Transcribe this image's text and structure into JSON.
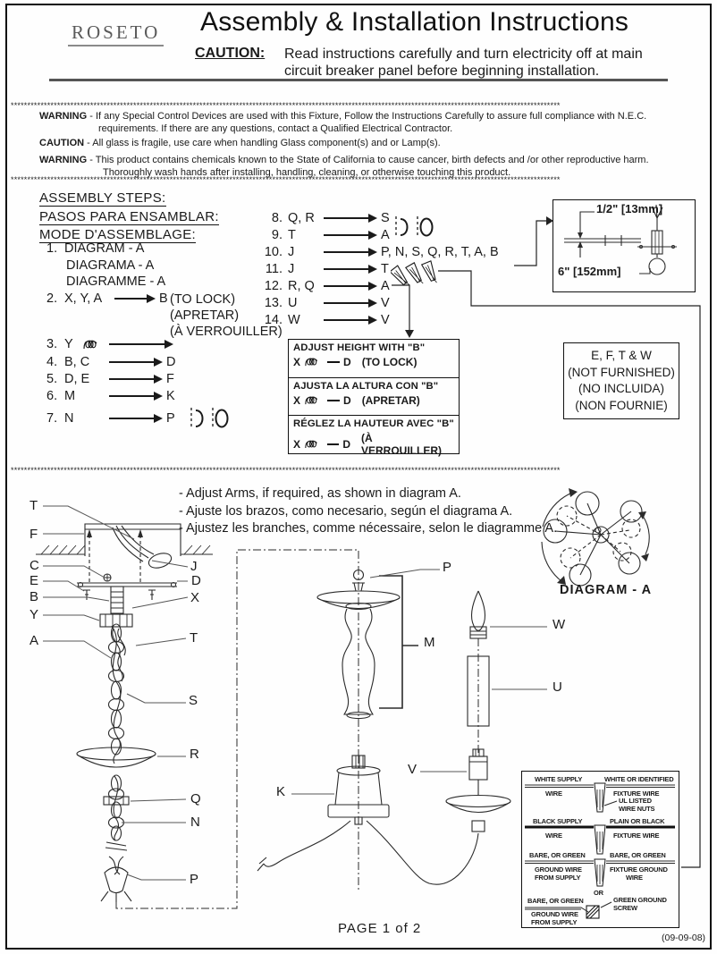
{
  "header": {
    "logo": "ROSETO",
    "title": "Assembly & Installation Instructions",
    "caution_label": "CAUTION:",
    "caution_line1": "Read instructions carefully and turn electricity off at main",
    "caution_line2": "circuit breaker panel before beginning installation."
  },
  "dividers": {
    "asterisks": "**********************************************************************************************************************************************************************"
  },
  "warnings": {
    "w1_label": "WARNING",
    "w1_rest": " - If any Special Control Devices are used with this Fixture, Follow the Instructions Carefully to assure full compliance with N.E.C.",
    "w1_line2": "requirements. If there are any questions, contact a Qualified Electrical Contractor.",
    "c1_label": "CAUTION",
    "c1_rest": " - All glass is fragile, use care when handling Glass component(s) and or Lamp(s).",
    "w2_label": "WARNING",
    "w2_rest": " -  This product contains chemicals known to the State of California to cause cancer, birth defects and /or other reproductive harm.",
    "w2_line2": "Thoroughly wash hands after installing, handling, cleaning, or otherwise touching this product."
  },
  "assembly": {
    "heading_en": "ASSEMBLY STEPS:",
    "heading_es": "PASOS PARA ENSAMBLAR:",
    "heading_fr": "MODE D'ASSEMBLAGE:",
    "steps_left": [
      {
        "num": "1.",
        "src": "DIAGRAM - A",
        "line2": "DIAGRAMA - A",
        "line3": "DIAGRAMME - A"
      },
      {
        "num": "2.",
        "src": "X, Y, A",
        "dst": "B",
        "note1": "(TO LOCK)",
        "note2": "(APRETAR)",
        "note3": "(À VERROUILLER)"
      },
      {
        "num": "3.",
        "src": "Y"
      },
      {
        "num": "4.",
        "src": "B, C",
        "dst": "D"
      },
      {
        "num": "5.",
        "src": "D, E",
        "dst": "F"
      },
      {
        "num": "6.",
        "src": "M",
        "dst": "K"
      },
      {
        "num": "7.",
        "src": "N",
        "dst": "P"
      }
    ],
    "steps_right": [
      {
        "num": "8.",
        "src": "Q, R",
        "dst": "S"
      },
      {
        "num": "9.",
        "src": "T",
        "dst": "A"
      },
      {
        "num": "10.",
        "src": "J",
        "dst": "P, N, S, Q, R, T, A, B"
      },
      {
        "num": "11.",
        "src": "J",
        "dst": "T"
      },
      {
        "num": "12.",
        "src": "R, Q",
        "dst": "A"
      },
      {
        "num": "13.",
        "src": "U",
        "dst": "V"
      },
      {
        "num": "14.",
        "src": "W",
        "dst": "V"
      }
    ]
  },
  "measure_box": {
    "top": "1/2\" [13mm]",
    "bottom": "6\" [152mm]"
  },
  "adjust_box": {
    "rows": [
      {
        "title": "ADJUST HEIGHT WITH \"B\"",
        "x": "X",
        "d": "D",
        "note": "(TO LOCK)"
      },
      {
        "title": "AJUSTA LA ALTURA CON \"B\"",
        "x": "X",
        "d": "D",
        "note": "(APRETAR)"
      },
      {
        "title": "RÉGLEZ LA HAUTEUR AVEC \"B\"",
        "x": "X",
        "d": "D",
        "note": "(À VERROUILLER)"
      }
    ]
  },
  "not_furnished": [
    "E, F, T & W",
    "(NOT FURNISHED)",
    "(NO INCLUIDA)",
    "(NON FOURNIE)"
  ],
  "adjust_arms": [
    "- Adjust Arms, if required, as shown in diagram A.",
    "- Ajuste los brazos, como necesario, según el diagrama A.",
    "- Ajustez les branches, comme nécessaire, selon le diagramme A."
  ],
  "diagram_a": {
    "label": "DIAGRAM -  A"
  },
  "part_labels": {
    "t_top": "T",
    "f": "F",
    "c": "C",
    "e": "E",
    "b": "B",
    "y": "Y",
    "a": "A",
    "j": "J",
    "d": "D",
    "x": "X",
    "t_wire": "T",
    "s": "S",
    "r": "R",
    "q": "Q",
    "n": "N",
    "p_left": "P",
    "p_center": "P",
    "m": "M",
    "k": "K",
    "v": "V",
    "w": "W",
    "u": "U"
  },
  "wiring_box": {
    "r1_left1": "WHITE SUPPLY",
    "r1_left2": "WIRE",
    "r1_right1": "WHITE OR IDENTIFIED",
    "r1_right2": "FIXTURE WIRE",
    "r1_callout1": "UL LISTED",
    "r1_callout2": "WIRE NUTS",
    "r2_left1": "BLACK SUPPLY",
    "r2_left2": "WIRE",
    "r2_right1": "PLAIN OR BLACK",
    "r2_right2": "FIXTURE WIRE",
    "r3_left1": "BARE, OR GREEN",
    "r3_left2": "GROUND WIRE",
    "r3_left3": "FROM SUPPLY",
    "r3_right1": "BARE, OR GREEN",
    "r3_right2": "FIXTURE GROUND",
    "r3_right3": "WIRE",
    "or": "OR",
    "r4_left1": "BARE, OR GREEN",
    "r4_left2": "GROUND WIRE",
    "r4_left3": "FROM SUPPLY",
    "r4_callout1": "GREEN GROUND",
    "r4_callout2": "SCREW"
  },
  "footer": {
    "page": "PAGE 1 of 2",
    "date": "(09-09-08)"
  }
}
